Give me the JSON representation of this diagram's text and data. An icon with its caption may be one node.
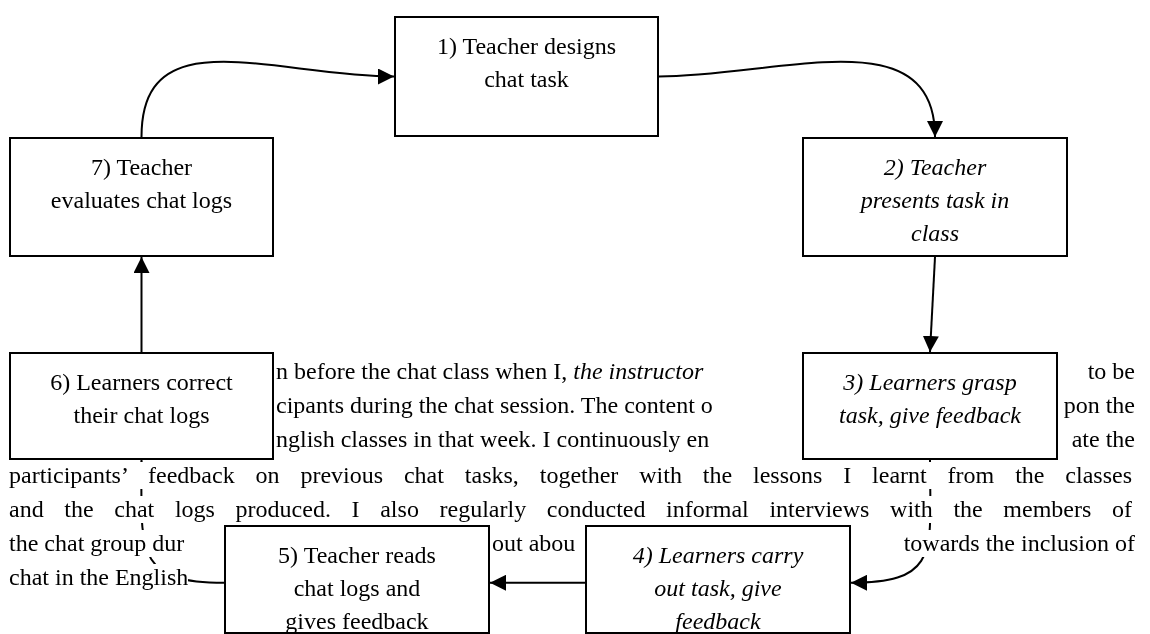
{
  "diagram": {
    "nodes": [
      {
        "text": [
          "1) Teacher designs chat task"
        ]
      },
      {
        "text": [
          "2) Teacher presents task in class"
        ]
      },
      {
        "text": [
          "3) Learners grasp task, give feedback"
        ]
      },
      {
        "text": [
          "4) Learners carry out task, give feedback"
        ]
      },
      {
        "text": [
          "5) Teacher reads chat logs and gives feedback"
        ]
      },
      {
        "text": [
          "6) Learners correct their chat logs"
        ]
      },
      {
        "text": [
          "7) Teacher evaluates chat logs"
        ]
      }
    ],
    "edges": [
      {
        "from": 0,
        "to": 1,
        "arrow": "to"
      },
      {
        "from": 1,
        "to": 2,
        "arrow": "to"
      },
      {
        "from": 2,
        "to": 3,
        "arrow": "to"
      },
      {
        "from": 3,
        "to": 4,
        "arrow": "to"
      },
      {
        "from": 4,
        "to": 5,
        "arrow": "to"
      },
      {
        "from": 5,
        "to": 6,
        "arrow": "to"
      },
      {
        "from": 6,
        "to": 0,
        "arrow": "to"
      }
    ],
    "labels": [
      "n before the chat class when I, *the instructor*",
      "to be",
      "cipants during the chat session. The content o",
      "pon the",
      "nglish classes in that week. I continuously en",
      "ate the",
      "participants’ feedback on previous chat tasks, together with the lessons I learnt from the classes",
      "and the chat logs produced. I also regularly conducted informal interviews with the members of",
      "the chat group dur",
      "out abou",
      "towards the inclusion of",
      "chat in the English"
    ]
  }
}
